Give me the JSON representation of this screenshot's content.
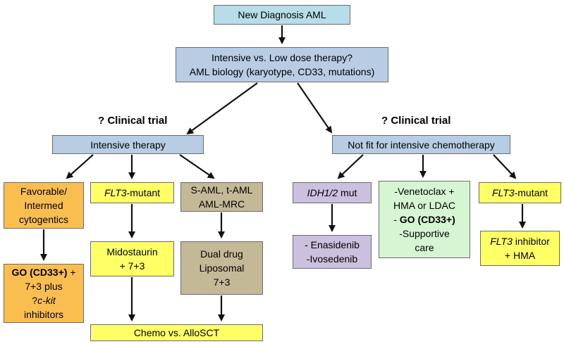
{
  "root": {
    "label": "New Diagnosis AML"
  },
  "assessment": {
    "line1": "Intensive vs. Low dose therapy?",
    "line2": "AML biology (karyotype, CD33, mutations)"
  },
  "left_trial": "? Clinical trial",
  "right_trial": "? Clinical trial",
  "intensive": {
    "label": "Intensive therapy"
  },
  "not_fit": {
    "label": "Not fit for intensive chemotherapy"
  },
  "favorable": {
    "line1": "Favorable/",
    "line2": "Intermed",
    "line3": "cytogentics"
  },
  "flt3_left": {
    "gene": "FLT3",
    "suffix": "-mutant"
  },
  "saml": {
    "line1": "S-AML, t-AML",
    "line2": "AML-MRC"
  },
  "go_box": {
    "bold": "GO (CD33+)",
    "plus": " +",
    "line2": "7+3 plus",
    "q": "?",
    "ckit": "c-kit",
    "line4": "inhibitors"
  },
  "midostaurin": {
    "line1": "Midostaurin",
    "line2": "+ 7+3"
  },
  "dual": {
    "line1": "Dual drug",
    "line2": "Liposomal",
    "line3": "7+3"
  },
  "chemo": {
    "label": "Chemo vs. AlloSCT"
  },
  "idh": {
    "gene": "IDH1/2",
    "suffix": " mut"
  },
  "enasidenib": {
    "line1": "- Enasidenib",
    "line2": "-Ivosedenib"
  },
  "venetoclax": {
    "line1": "-Venetoclax +",
    "line2": "HMA or LDAC",
    "line3_prefix": "- ",
    "line3_bold": "GO (CD33+)",
    "line4": "-Supportive",
    "line5": "care"
  },
  "flt3_right": {
    "gene": "FLT3",
    "suffix": "-mutant"
  },
  "flt3_inhib": {
    "gene": "FLT3",
    "suffix": " inhibitor",
    "line2": "+ HMA"
  }
}
